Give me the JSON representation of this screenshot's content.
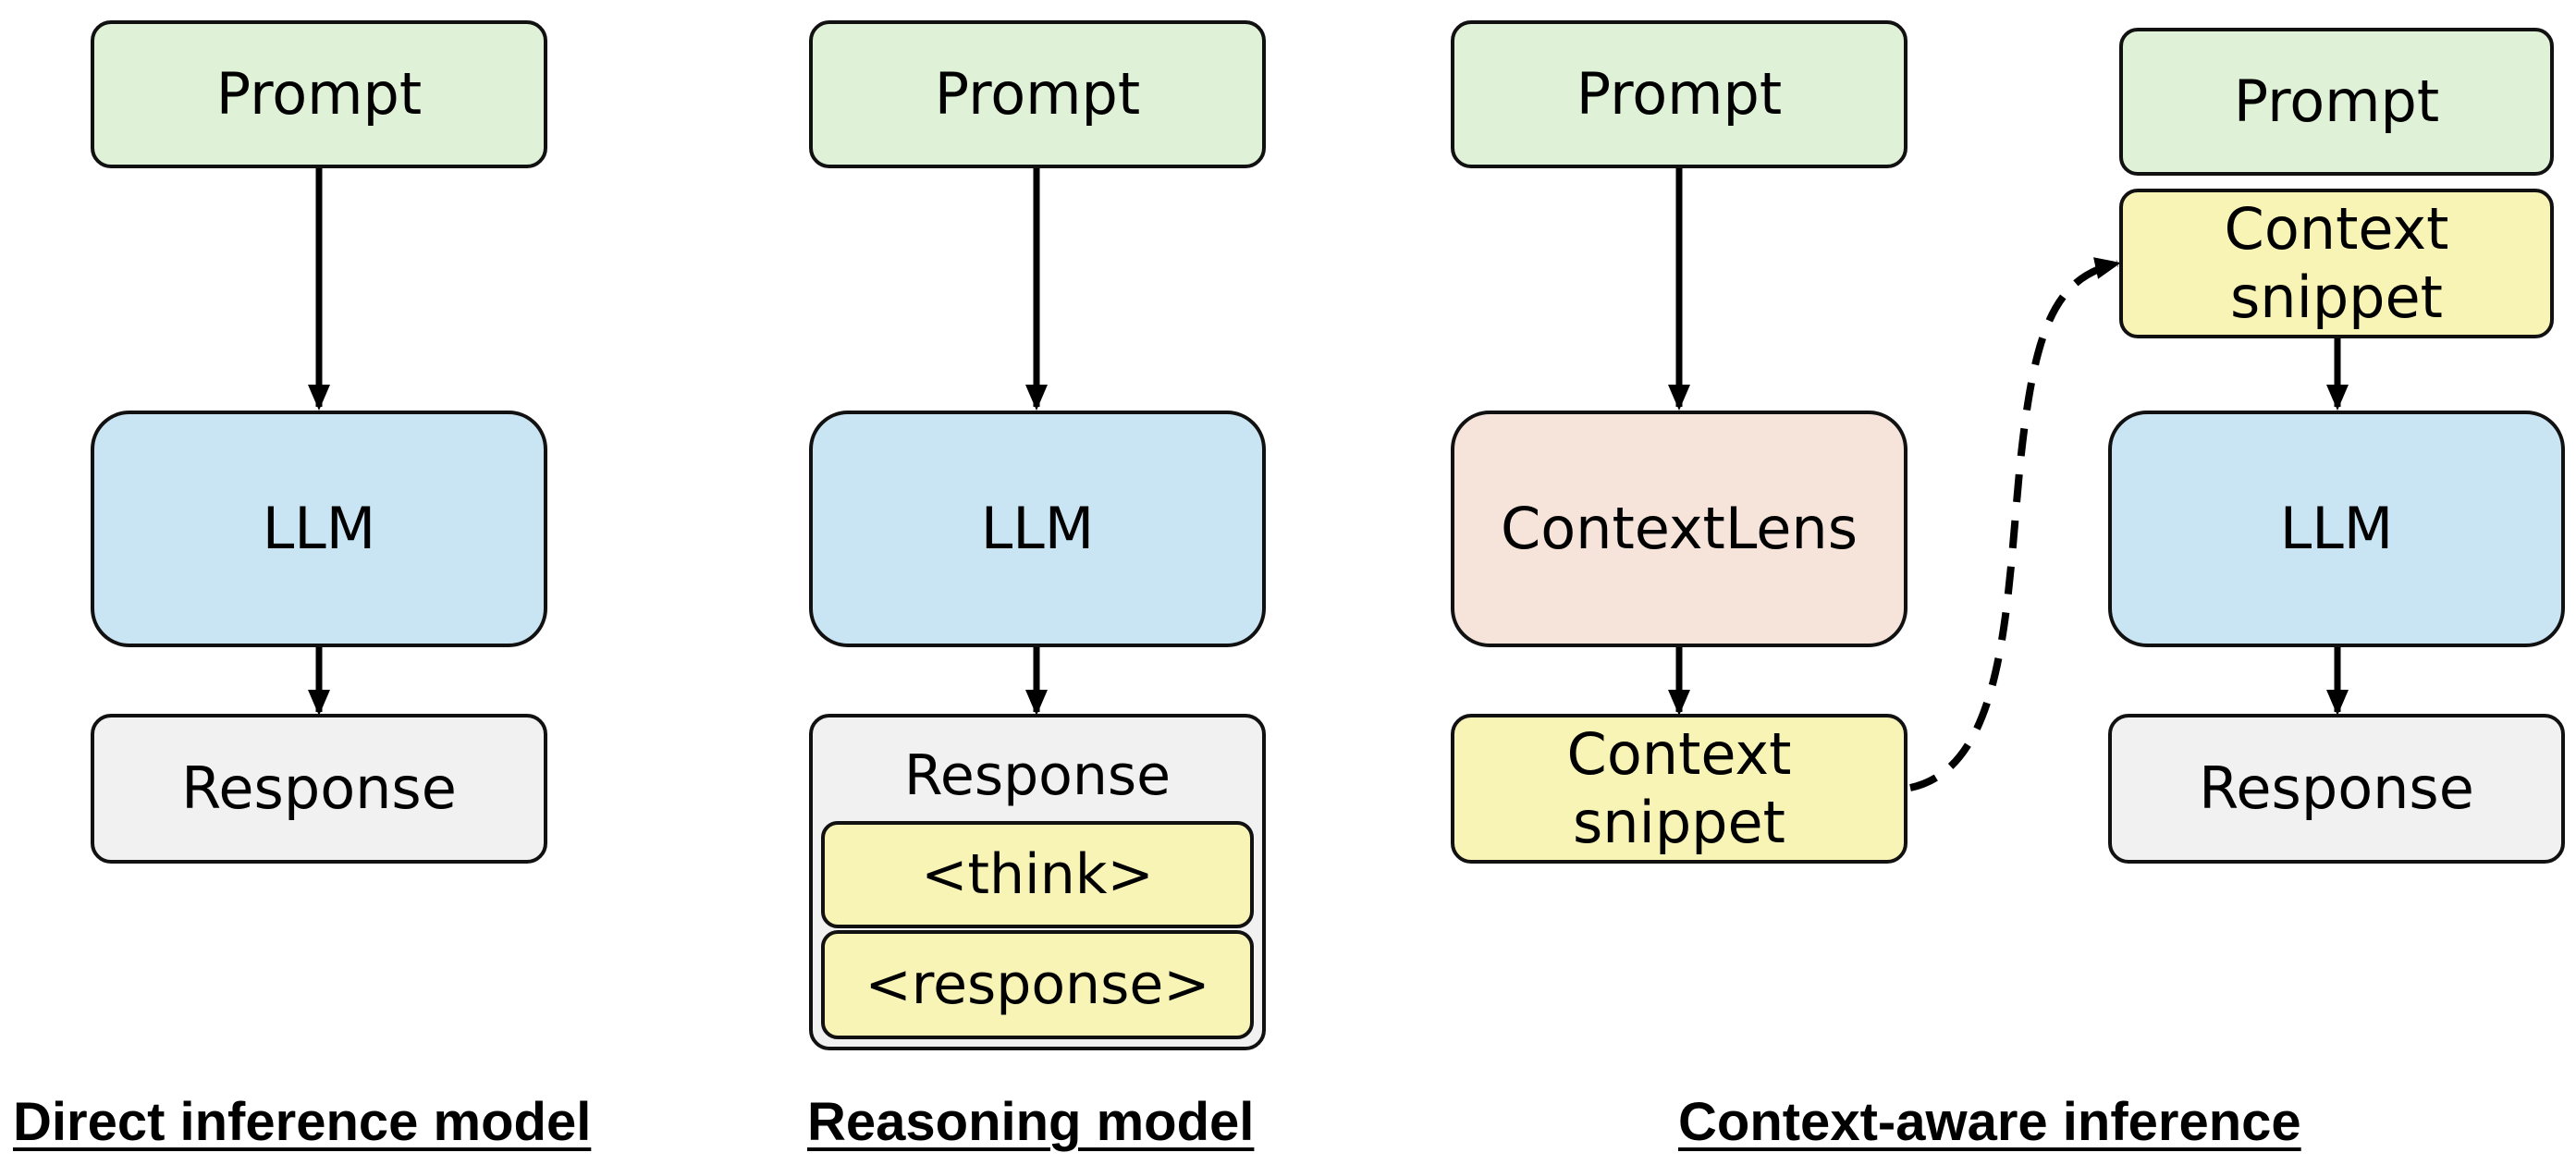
{
  "panels": {
    "direct": {
      "prompt": "Prompt",
      "llm": "LLM",
      "response": "Response",
      "title": "Direct inference model"
    },
    "reasoning": {
      "prompt": "Prompt",
      "llm": "LLM",
      "response": "Response",
      "think": "<think>",
      "response_tag": "<response>",
      "title": "Reasoning model"
    },
    "context_aware": {
      "prompt": "Prompt",
      "contextlens": "ContextLens",
      "snippet_line1": "Context",
      "snippet_line2": "snippet",
      "right_prompt": "Prompt",
      "right_snippet_line1": "Context",
      "right_snippet_line2": "snippet",
      "llm": "LLM",
      "response": "Response",
      "title": "Context-aware inference"
    }
  },
  "colors": {
    "prompt": "#dff1d6",
    "llm": "#c9e4f2",
    "response": "#f1f1f1",
    "contextlens": "#f6e4da",
    "snippet": "#f8f4b6",
    "border": "#111111"
  }
}
